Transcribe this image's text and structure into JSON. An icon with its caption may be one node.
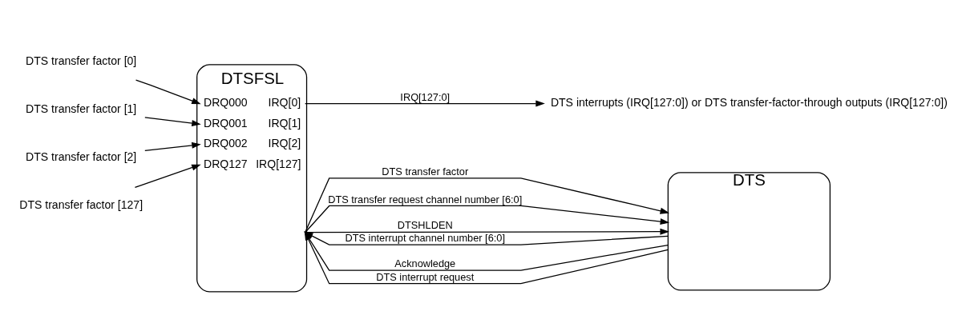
{
  "diagram": {
    "nodes": [
      {
        "text": [
          "DTSFSL",
          "DRQ000",
          "DRQ001",
          "DRQ002",
          "DRQ127",
          "IRQ[0]",
          "IRQ[1]",
          "IRQ[2]",
          "IRQ[127]"
        ]
      },
      {
        "text": [
          "DTS transfer factor [0]"
        ]
      },
      {
        "text": [
          "DTS transfer factor [1]"
        ]
      },
      {
        "text": [
          "DTS transfer factor [2]"
        ]
      },
      {
        "text": [
          "DTS transfer factor [127]"
        ]
      },
      {
        "text": [
          "DTS"
        ]
      },
      {
        "text": [
          "DTS interrupts (IRQ[127:0]) or DTS transfer-factor-through outputs (IRQ[127:0])"
        ]
      }
    ],
    "edges": [
      {
        "from": 1,
        "to": 0,
        "arrow": "to"
      },
      {
        "from": 2,
        "to": 0,
        "arrow": "to"
      },
      {
        "from": 3,
        "to": 0,
        "arrow": "to"
      },
      {
        "from": 4,
        "to": 0,
        "arrow": "to"
      },
      {
        "from": 0,
        "to": 6,
        "arrow": "to",
        "label": "IRQ[127:0]"
      },
      {
        "from": 0,
        "to": 5,
        "arrow": "to",
        "label": "DTS transfer factor"
      },
      {
        "from": 0,
        "to": 5,
        "arrow": "to",
        "label": "DTS transfer request channel number [6:0]"
      },
      {
        "from": 0,
        "to": 5,
        "arrow": "to",
        "label": "DTSHLDEN"
      },
      {
        "from": 5,
        "to": 0,
        "arrow": "to",
        "label": "Acknowledge"
      },
      {
        "from": 5,
        "to": 0,
        "arrow": "to",
        "label": "DTS interrupt request"
      },
      {
        "from": 5,
        "to": 0,
        "arrow": "to",
        "label": "DTS interrupt channel number [6:0]"
      }
    ]
  }
}
